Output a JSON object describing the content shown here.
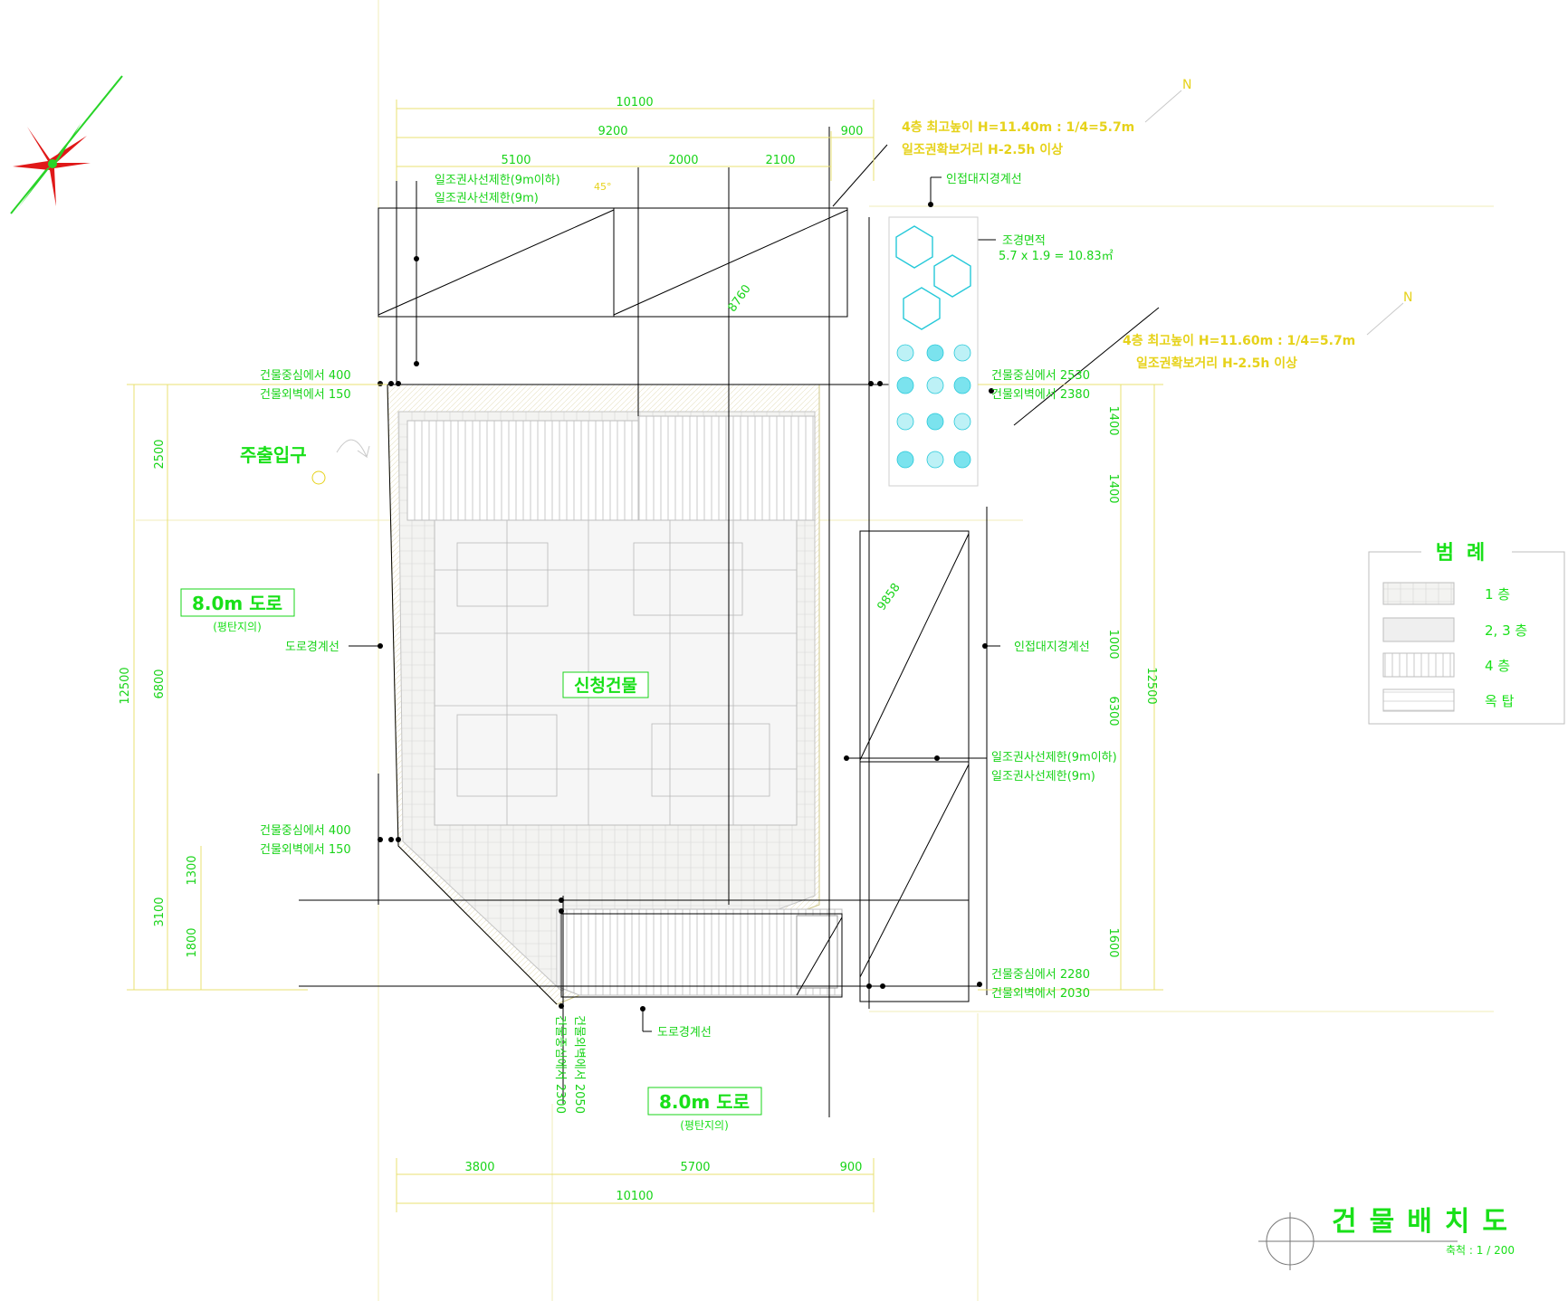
{
  "drawing": {
    "title": "건물배치도",
    "scale": "축척 : 1 / 200",
    "building_label": "신청건물",
    "main_entrance": "주출입구",
    "north_mark": "N",
    "slope_angle": "45°"
  },
  "roads": {
    "left": {
      "name": "8.0m 도로",
      "note": "(평탄지의)"
    },
    "bottom": {
      "name": "8.0m 도로",
      "note": "(평탄지의)"
    }
  },
  "dimensions_top": {
    "total": "10100",
    "row2": [
      "9200",
      "900"
    ],
    "row3": [
      "5100",
      "2000",
      "2100"
    ]
  },
  "dimensions_bottom": {
    "row1": [
      "3800",
      "5700",
      "900"
    ],
    "total": "10100"
  },
  "dimensions_left": {
    "total": "12500",
    "row": [
      "2500",
      "6800",
      "3100"
    ],
    "sub": [
      "1300",
      "1800"
    ]
  },
  "dimensions_right": {
    "total": "12500",
    "row": [
      "1400",
      "1400",
      "1000",
      "6300",
      "1600"
    ]
  },
  "diagonal_labels": [
    "8760",
    "9858"
  ],
  "height_notes": {
    "top": [
      "4층 최고높이 H=11.40m : 1/4=5.7m",
      "일조권확보거리 H-2.5h 이상"
    ],
    "right": [
      "4층 최고높이 H=11.60m : 1/4=5.7m",
      "일조권확보거리 H-2.5h 이상"
    ]
  },
  "annotations": {
    "sunlight_top": [
      "일조권사선제한(9m이하)",
      "일조권사선제한(9m)"
    ],
    "sunlight_right": [
      "일조권사선제한(9m이하)",
      "일조권사선제한(9m)"
    ],
    "adjacent_top": "인접대지경계선",
    "adjacent_right": "인접대지경계선",
    "road_boundary_left": "도로경계선",
    "road_boundary_bottom": "도로경계선",
    "landscape": [
      "조경면적",
      "5.7 x 1.9 = 10.83㎡"
    ],
    "left_top": [
      "건물중심에서 400",
      "건물외벽에서 150"
    ],
    "left_bottom": [
      "건물중심에서 400",
      "건물외벽에서 150"
    ],
    "right_top": [
      "건물중심에서 2530",
      "건물외벽에서 2380"
    ],
    "right_bottom": [
      "건물중심에서 2280",
      "건물외벽에서 2030"
    ],
    "bottom_vertical": [
      "건물중심에서 2300",
      "건물외벽에서 2050"
    ]
  },
  "legend": {
    "title": "범례",
    "items": [
      {
        "label": "1 층"
      },
      {
        "label": "2, 3 층"
      },
      {
        "label": "4 층"
      },
      {
        "label": "옥 탑"
      }
    ]
  },
  "colors": {
    "text_green": "#18d418",
    "text_yellow": "#e6d21a",
    "landscape": "#26c9d9",
    "compass_red": "#e01818"
  }
}
